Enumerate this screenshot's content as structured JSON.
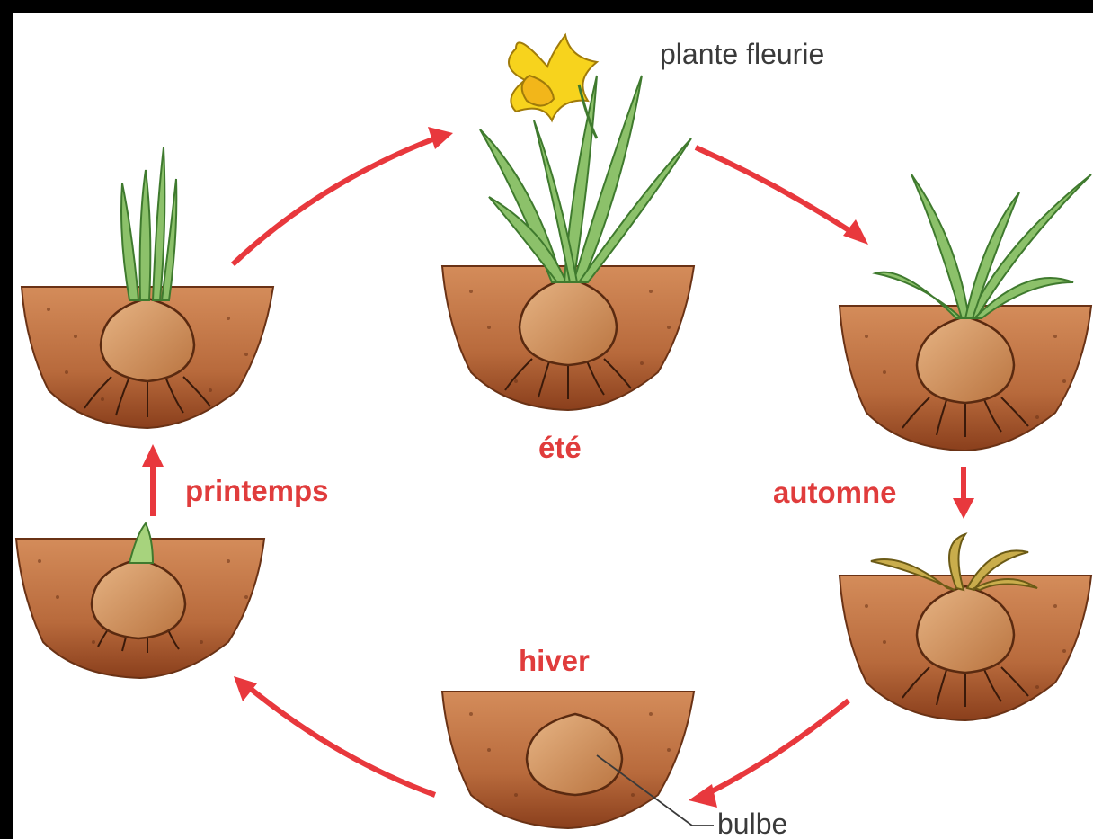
{
  "labels": {
    "flowering_plant": "plante fleurie",
    "summer": "été",
    "autumn": "automne",
    "winter": "hiver",
    "spring": "printemps",
    "bulb": "bulbe"
  },
  "colors": {
    "arrow": "#e8383d",
    "soil_light": "#c27a4a",
    "soil_dark": "#7a3a1a",
    "bulb": "#d79a66",
    "leaf": "#8cc16a",
    "leaf_dark": "#4f8a3a",
    "flower": "#f7d31d",
    "dry_leaf": "#c9ad4c"
  }
}
